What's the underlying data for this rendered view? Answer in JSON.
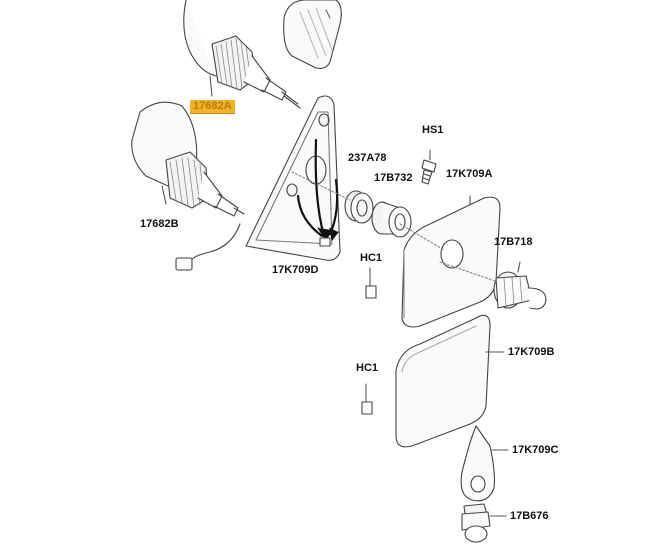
{
  "labels": {
    "hs1": "HS1",
    "p237a78": "237A78",
    "p17b732": "17B732",
    "p17k709a": "17K709A",
    "p17682a": "17682A",
    "p17682b": "17682B",
    "p17k709d": "17K709D",
    "hc1_top": "HC1",
    "p17b718": "17B718",
    "p17k709b": "17K709B",
    "hc1_bottom": "HC1",
    "p17k709c": "17K709C",
    "p17b676": "17B676"
  },
  "highlighted_part": "17682A",
  "colors": {
    "highlight_bg": "#f0b22c",
    "highlight_text": "#c07a00",
    "line": "#444444"
  }
}
